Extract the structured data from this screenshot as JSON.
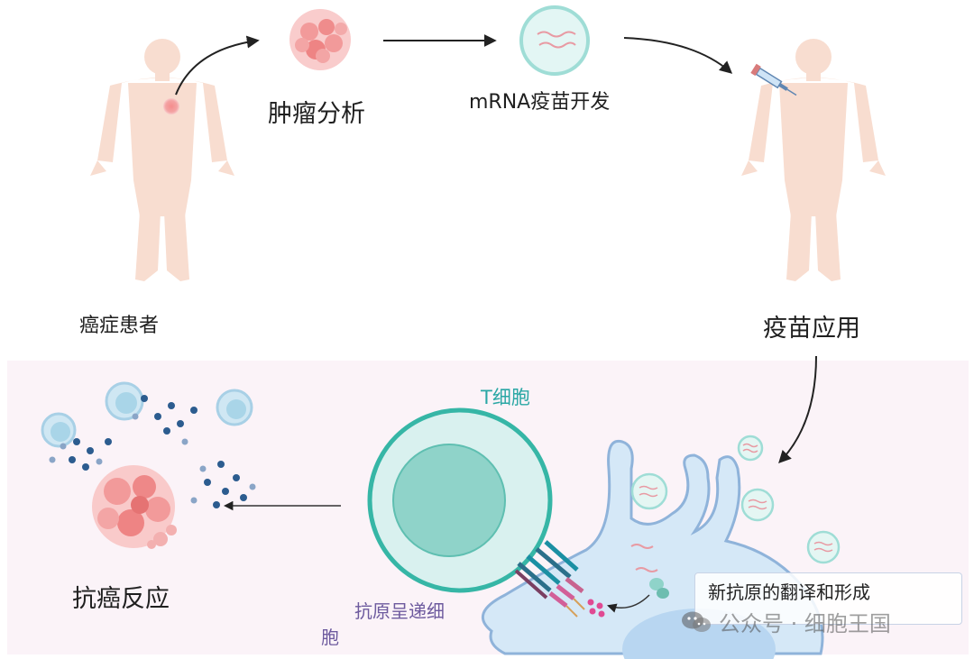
{
  "top_row": {
    "patient_label": "癌症患者",
    "tumor_analysis_label": "肿瘤分析",
    "mrna_vaccine_label": "mRNA疫苗开发",
    "vaccine_application_label": "疫苗应用"
  },
  "bottom_panel": {
    "t_cell_label": "T细胞",
    "apc_label_line1": "抗原呈递细",
    "apc_label_line2": "胞",
    "antitumor_label": "抗癌反应",
    "antigen_box_label": "新抗原的翻译和形成"
  },
  "watermark": {
    "text": "公众号 · 细胞王国",
    "icon": "wechat-icon"
  },
  "colors": {
    "skin": "#f7ddd0",
    "tumor": "#ee8080",
    "t_cell_ring": "#3cbfb0",
    "t_cell_nucleus": "#8fd3c9",
    "apc_body": "#cfe3f5",
    "apc_outline": "#7fa7d4",
    "panel_bg": "#fbf3f8"
  }
}
